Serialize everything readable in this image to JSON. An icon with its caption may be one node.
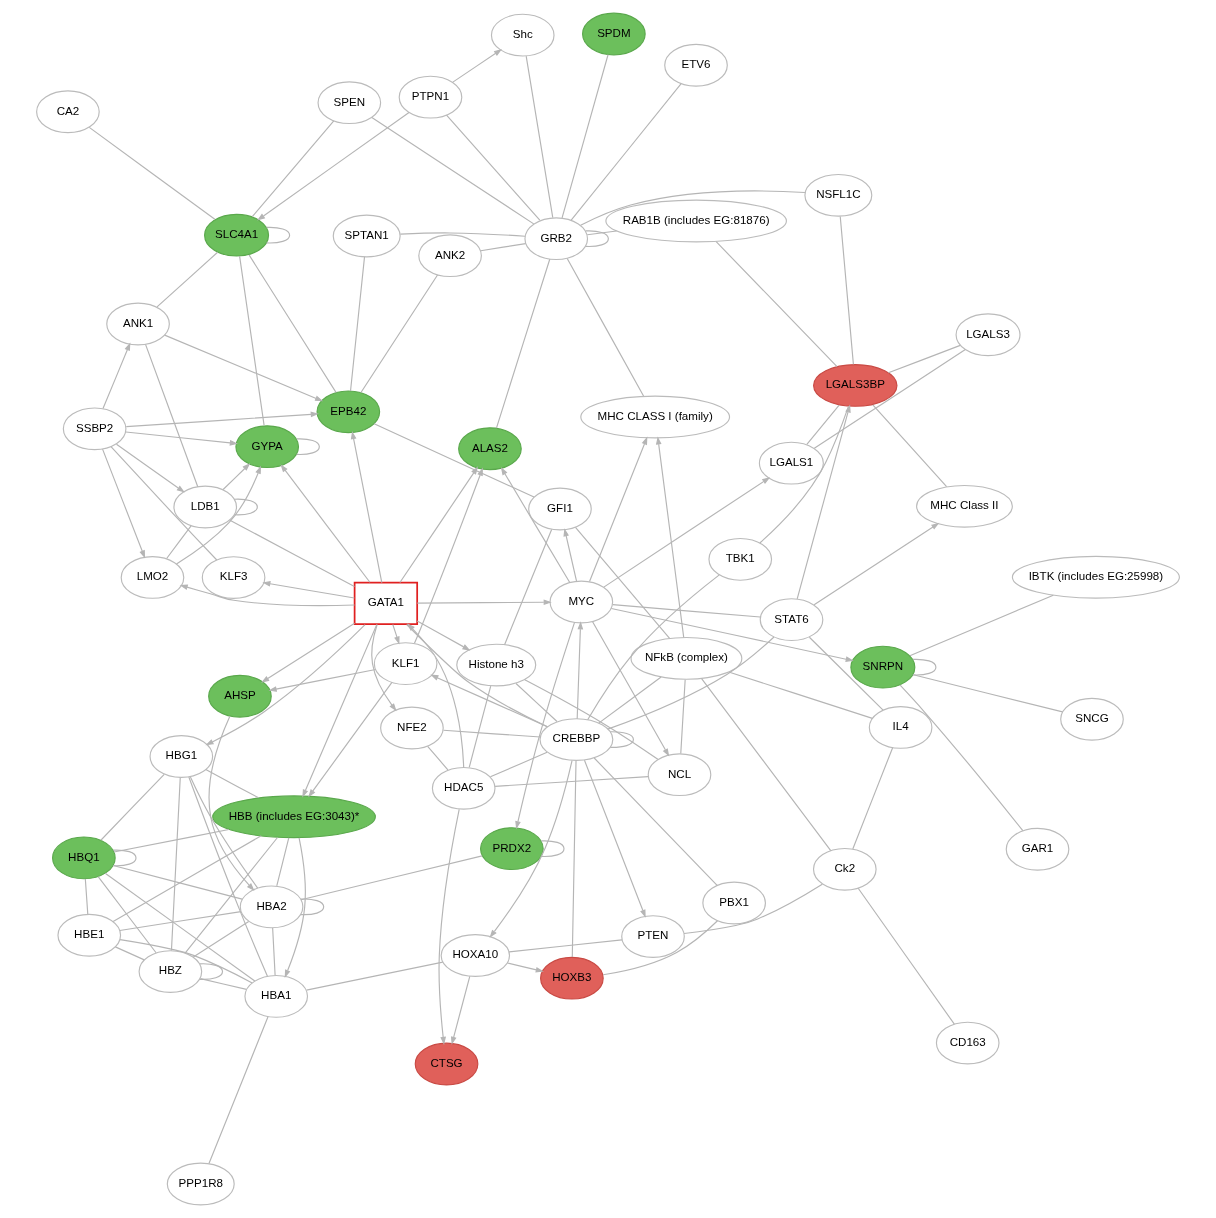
{
  "diagram": {
    "nodes": [
      {
        "text": [
          "HBQ1"
        ]
      },
      {
        "text": [
          "HBZ"
        ]
      },
      {
        "text": [
          "PPP1R8"
        ]
      },
      {
        "text": [
          "HBG1"
        ]
      },
      {
        "text": [
          "HBA1"
        ]
      },
      {
        "text": [
          "HBE1"
        ]
      },
      {
        "text": [
          "HBA2"
        ]
      },
      {
        "text": [
          "CTSG"
        ]
      },
      {
        "text": [
          "PRDX2"
        ]
      },
      {
        "text": [
          "AHSP"
        ]
      },
      {
        "text": [
          "HBB (includes EG:3043)*"
        ]
      },
      {
        "text": [
          "HOXA10"
        ]
      },
      {
        "text": [
          "HOXB3"
        ]
      },
      {
        "text": [
          "GAR1"
        ]
      },
      {
        "text": [
          "HDAC5"
        ]
      },
      {
        "text": [
          "KLF3"
        ]
      },
      {
        "text": [
          "GATA1"
        ]
      },
      {
        "text": [
          "PTEN"
        ]
      },
      {
        "text": [
          "LDB1"
        ]
      },
      {
        "text": [
          "IBTK (includes EG:25998)"
        ]
      },
      {
        "text": [
          "SNRPN"
        ]
      },
      {
        "text": [
          "NFE2"
        ]
      },
      {
        "text": [
          "PBX1"
        ]
      },
      {
        "text": [
          "LMO2"
        ]
      },
      {
        "text": [
          "SSBP2"
        ]
      },
      {
        "text": [
          "KLF1"
        ]
      },
      {
        "text": [
          "Histone h3"
        ]
      },
      {
        "text": [
          "CREBBP"
        ]
      },
      {
        "text": [
          "Ck2"
        ]
      },
      {
        "text": [
          "CD163"
        ]
      },
      {
        "text": [
          "GYPA"
        ]
      },
      {
        "text": [
          "ANK1"
        ]
      },
      {
        "text": [
          "MYC"
        ]
      },
      {
        "text": [
          "GFI1"
        ]
      },
      {
        "text": [
          "NFkB (complex)"
        ]
      },
      {
        "text": [
          "IL4"
        ]
      },
      {
        "text": [
          "EPB42"
        ]
      },
      {
        "text": [
          "ALAS2"
        ]
      },
      {
        "text": [
          "NCL"
        ]
      },
      {
        "text": [
          "TBK1"
        ]
      },
      {
        "text": [
          "SLC4A1"
        ]
      },
      {
        "text": [
          "STAT6"
        ]
      },
      {
        "text": [
          "CA2"
        ]
      },
      {
        "text": [
          "SPTAN1"
        ]
      },
      {
        "text": [
          "MHC CLASS I (family)"
        ]
      },
      {
        "text": [
          "LGALS1"
        ]
      },
      {
        "text": [
          "ANK2"
        ]
      },
      {
        "text": [
          "ETV6"
        ]
      },
      {
        "text": [
          "LGALS3BP"
        ]
      },
      {
        "text": [
          "MHC Class II"
        ]
      },
      {
        "text": [
          "SPEN"
        ]
      },
      {
        "text": [
          "GRB2"
        ]
      },
      {
        "text": [
          "RAB1B (includes EG:81876)"
        ]
      },
      {
        "text": [
          "PTPN1"
        ]
      },
      {
        "text": [
          "LGALS3"
        ]
      },
      {
        "text": [
          "NSFL1C"
        ]
      },
      {
        "text": [
          "Shc"
        ]
      },
      {
        "text": [
          "SPDM"
        ]
      },
      {
        "text": [
          "SNCG"
        ]
      }
    ],
    "edges": [
      {
        "from": 0,
        "to": 0,
        "arrow": "none"
      },
      {
        "from": 1,
        "to": 1,
        "arrow": "none"
      },
      {
        "from": 6,
        "to": 6,
        "arrow": "none"
      },
      {
        "from": 8,
        "to": 8,
        "arrow": "none"
      },
      {
        "from": 20,
        "to": 20,
        "arrow": "none"
      },
      {
        "from": 30,
        "to": 30,
        "arrow": "none"
      },
      {
        "from": 40,
        "to": 40,
        "arrow": "none"
      },
      {
        "from": 18,
        "to": 18,
        "arrow": "none"
      },
      {
        "from": 51,
        "to": 51,
        "arrow": "none"
      },
      {
        "from": 27,
        "to": 27,
        "arrow": "none"
      },
      {
        "from": 0,
        "to": 1,
        "arrow": "none"
      },
      {
        "from": 0,
        "to": 6,
        "arrow": "none"
      },
      {
        "from": 0,
        "to": 3,
        "arrow": "none"
      },
      {
        "from": 0,
        "to": 5,
        "arrow": "none"
      },
      {
        "from": 0,
        "to": 4,
        "arrow": "none"
      },
      {
        "from": 0,
        "to": 10,
        "arrow": "none"
      },
      {
        "from": 1,
        "to": 3,
        "arrow": "none"
      },
      {
        "from": 1,
        "to": 5,
        "arrow": "none"
      },
      {
        "from": 1,
        "to": 4,
        "arrow": "none"
      },
      {
        "from": 1,
        "to": 10,
        "arrow": "none"
      },
      {
        "from": 1,
        "to": 6,
        "arrow": "none"
      },
      {
        "from": 3,
        "to": 4,
        "arrow": "none"
      },
      {
        "from": 3,
        "to": 10,
        "arrow": "none"
      },
      {
        "from": 3,
        "to": 6,
        "arrow": "none"
      },
      {
        "from": 4,
        "to": 5,
        "arrow": "none"
      },
      {
        "from": 4,
        "to": 6,
        "arrow": "none"
      },
      {
        "from": 2,
        "to": 4,
        "arrow": "none"
      },
      {
        "from": 4,
        "to": 11,
        "arrow": "none"
      },
      {
        "from": 5,
        "to": 6,
        "arrow": "none"
      },
      {
        "from": 5,
        "to": 10,
        "arrow": "none"
      },
      {
        "from": 6,
        "to": 8,
        "arrow": "none"
      },
      {
        "from": 9,
        "to": 6,
        "arrow": "to"
      },
      {
        "from": 6,
        "to": 10,
        "arrow": "none"
      },
      {
        "from": 10,
        "to": 4,
        "arrow": "to"
      },
      {
        "from": 16,
        "to": 10,
        "arrow": "to"
      },
      {
        "from": 16,
        "to": 9,
        "arrow": "to"
      },
      {
        "from": 16,
        "to": 3,
        "arrow": "to"
      },
      {
        "from": 16,
        "to": 15,
        "arrow": "to"
      },
      {
        "from": 16,
        "to": 18,
        "arrow": "none"
      },
      {
        "from": 16,
        "to": 23,
        "arrow": "to"
      },
      {
        "from": 16,
        "to": 32,
        "arrow": "to"
      },
      {
        "from": 16,
        "to": 25,
        "arrow": "to"
      },
      {
        "from": 16,
        "to": 30,
        "arrow": "to"
      },
      {
        "from": 16,
        "to": 37,
        "arrow": "to"
      },
      {
        "from": 16,
        "to": 36,
        "arrow": "to"
      },
      {
        "from": 16,
        "to": 21,
        "arrow": "to"
      },
      {
        "from": 16,
        "to": 26,
        "arrow": "to"
      },
      {
        "from": 16,
        "to": 27,
        "arrow": "none"
      },
      {
        "from": 14,
        "to": 16,
        "arrow": "to"
      },
      {
        "from": 25,
        "to": 10,
        "arrow": "to"
      },
      {
        "from": 25,
        "to": 9,
        "arrow": "to"
      },
      {
        "from": 25,
        "to": 37,
        "arrow": "to"
      },
      {
        "from": 11,
        "to": 7,
        "arrow": "to"
      },
      {
        "from": 14,
        "to": 7,
        "arrow": "to"
      },
      {
        "from": 11,
        "to": 12,
        "arrow": "to"
      },
      {
        "from": 12,
        "to": 22,
        "arrow": "none"
      },
      {
        "from": 12,
        "to": 27,
        "arrow": "none"
      },
      {
        "from": 11,
        "to": 17,
        "arrow": "none"
      },
      {
        "from": 27,
        "to": 22,
        "arrow": "none"
      },
      {
        "from": 27,
        "to": 17,
        "arrow": "to"
      },
      {
        "from": 27,
        "to": 21,
        "arrow": "none"
      },
      {
        "from": 27,
        "to": 26,
        "arrow": "none"
      },
      {
        "from": 27,
        "to": 25,
        "arrow": "to"
      },
      {
        "from": 27,
        "to": 41,
        "arrow": "none"
      },
      {
        "from": 27,
        "to": 34,
        "arrow": "none"
      },
      {
        "from": 27,
        "to": 32,
        "arrow": "to"
      },
      {
        "from": 27,
        "to": 11,
        "arrow": "to"
      },
      {
        "from": 27,
        "to": 39,
        "arrow": "none"
      },
      {
        "from": 14,
        "to": 21,
        "arrow": "none"
      },
      {
        "from": 14,
        "to": 26,
        "arrow": "none"
      },
      {
        "from": 14,
        "to": 27,
        "arrow": "none"
      },
      {
        "from": 14,
        "to": 38,
        "arrow": "none"
      },
      {
        "from": 17,
        "to": 28,
        "arrow": "none"
      },
      {
        "from": 28,
        "to": 29,
        "arrow": "none"
      },
      {
        "from": 28,
        "to": 34,
        "arrow": "none"
      },
      {
        "from": 28,
        "to": 35,
        "arrow": "none"
      },
      {
        "from": 35,
        "to": 41,
        "arrow": "none"
      },
      {
        "from": 34,
        "to": 35,
        "arrow": "none"
      },
      {
        "from": 41,
        "to": 48,
        "arrow": "to"
      },
      {
        "from": 41,
        "to": 49,
        "arrow": "to"
      },
      {
        "from": 32,
        "to": 33,
        "arrow": "to"
      },
      {
        "from": 32,
        "to": 38,
        "arrow": "to"
      },
      {
        "from": 32,
        "to": 37,
        "arrow": "to"
      },
      {
        "from": 32,
        "to": 44,
        "arrow": "to"
      },
      {
        "from": 32,
        "to": 45,
        "arrow": "to"
      },
      {
        "from": 32,
        "to": 20,
        "arrow": "to"
      },
      {
        "from": 32,
        "to": 41,
        "arrow": "none"
      },
      {
        "from": 32,
        "to": 8,
        "arrow": "to"
      },
      {
        "from": 33,
        "to": 36,
        "arrow": "none"
      },
      {
        "from": 33,
        "to": 34,
        "arrow": "none"
      },
      {
        "from": 34,
        "to": 38,
        "arrow": "none"
      },
      {
        "from": 34,
        "to": 44,
        "arrow": "to"
      },
      {
        "from": 26,
        "to": 38,
        "arrow": "none"
      },
      {
        "from": 26,
        "to": 33,
        "arrow": "none"
      },
      {
        "from": 18,
        "to": 23,
        "arrow": "none"
      },
      {
        "from": 18,
        "to": 30,
        "arrow": "to"
      },
      {
        "from": 18,
        "to": 31,
        "arrow": "none"
      },
      {
        "from": 23,
        "to": 30,
        "arrow": "to"
      },
      {
        "from": 24,
        "to": 23,
        "arrow": "to"
      },
      {
        "from": 24,
        "to": 18,
        "arrow": "to"
      },
      {
        "from": 24,
        "to": 30,
        "arrow": "to"
      },
      {
        "from": 24,
        "to": 31,
        "arrow": "to"
      },
      {
        "from": 24,
        "to": 36,
        "arrow": "to"
      },
      {
        "from": 15,
        "to": 24,
        "arrow": "none"
      },
      {
        "from": 31,
        "to": 36,
        "arrow": "to"
      },
      {
        "from": 31,
        "to": 40,
        "arrow": "none"
      },
      {
        "from": 36,
        "to": 40,
        "arrow": "none"
      },
      {
        "from": 30,
        "to": 40,
        "arrow": "none"
      },
      {
        "from": 42,
        "to": 40,
        "arrow": "none"
      },
      {
        "from": 40,
        "to": 50,
        "arrow": "none"
      },
      {
        "from": 53,
        "to": 40,
        "arrow": "to"
      },
      {
        "from": 36,
        "to": 46,
        "arrow": "none"
      },
      {
        "from": 36,
        "to": 43,
        "arrow": "none"
      },
      {
        "from": 19,
        "to": 20,
        "arrow": "none"
      },
      {
        "from": 13,
        "to": 20,
        "arrow": "none"
      },
      {
        "from": 20,
        "to": 58,
        "arrow": "none"
      },
      {
        "from": 51,
        "to": 50,
        "arrow": "none"
      },
      {
        "from": 51,
        "to": 53,
        "arrow": "none"
      },
      {
        "from": 51,
        "to": 46,
        "arrow": "none"
      },
      {
        "from": 51,
        "to": 43,
        "arrow": "none"
      },
      {
        "from": 51,
        "to": 37,
        "arrow": "none"
      },
      {
        "from": 51,
        "to": 44,
        "arrow": "none"
      },
      {
        "from": 51,
        "to": 47,
        "arrow": "none"
      },
      {
        "from": 51,
        "to": 52,
        "arrow": "none"
      },
      {
        "from": 51,
        "to": 55,
        "arrow": "none"
      },
      {
        "from": 51,
        "to": 56,
        "arrow": "none"
      },
      {
        "from": 51,
        "to": 57,
        "arrow": "none"
      },
      {
        "from": 53,
        "to": 56,
        "arrow": "to"
      },
      {
        "from": 48,
        "to": 45,
        "arrow": "none"
      },
      {
        "from": 48,
        "to": 49,
        "arrow": "none"
      },
      {
        "from": 48,
        "to": 52,
        "arrow": "none"
      },
      {
        "from": 48,
        "to": 55,
        "arrow": "none"
      },
      {
        "from": 48,
        "to": 54,
        "arrow": "none"
      },
      {
        "from": 48,
        "to": 39,
        "arrow": "none"
      },
      {
        "from": 45,
        "to": 54,
        "arrow": "none"
      }
    ]
  }
}
